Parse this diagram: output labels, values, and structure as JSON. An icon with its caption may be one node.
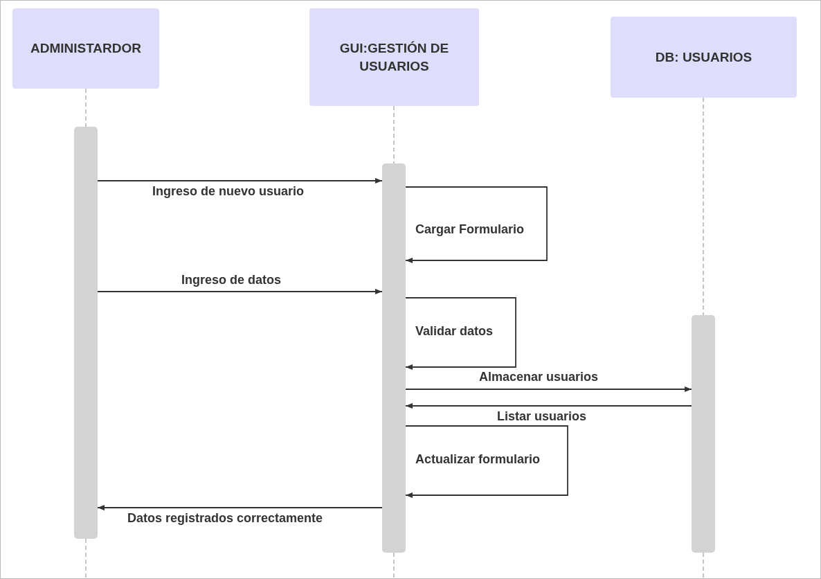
{
  "diagram": {
    "nodes": [
      {
        "text": [
          "ADMINISTARDOR"
        ]
      },
      {
        "text": [
          "GUI:GESTIÓN DE USUARIOS"
        ]
      },
      {
        "text": [
          "DB: USUARIOS"
        ]
      },
      {
        "text": [],
        "shape": "bar"
      },
      {
        "text": [],
        "shape": "bar"
      },
      {
        "text": [],
        "shape": "bar"
      }
    ],
    "edges": [
      {
        "from": 0,
        "to": 3,
        "arrow": "none",
        "style": "dashed",
        "color": "#9e9e9e"
      },
      {
        "from": 3,
        "to": null,
        "arrow": "none",
        "style": "dashed",
        "color": "#9e9e9e"
      },
      {
        "from": 1,
        "to": 4,
        "arrow": "none",
        "style": "dashed",
        "color": "#9e9e9e"
      },
      {
        "from": 4,
        "to": null,
        "arrow": "none",
        "style": "dashed",
        "color": "#9e9e9e"
      },
      {
        "from": 2,
        "to": 5,
        "arrow": "none",
        "style": "dashed",
        "color": "#9e9e9e"
      },
      {
        "from": 5,
        "to": null,
        "arrow": "none",
        "style": "dashed",
        "color": "#9e9e9e"
      },
      {
        "from": 3,
        "to": 4,
        "arrow": "to",
        "label": "Ingreso de nuevo usuario"
      },
      {
        "from": 4,
        "to": 4,
        "arrow": "to",
        "label": "Cargar Formulario"
      },
      {
        "from": 3,
        "to": 4,
        "arrow": "to",
        "label": "Ingreso de datos"
      },
      {
        "from": 4,
        "to": 4,
        "arrow": "to",
        "label": "Validar datos"
      },
      {
        "from": 4,
        "to": 5,
        "arrow": "to",
        "label": "Almacenar usuarios"
      },
      {
        "from": 5,
        "to": 4,
        "arrow": "to",
        "label": "Listar usuarios"
      },
      {
        "from": 4,
        "to": 4,
        "arrow": "to",
        "label": "Actualizar formulario"
      },
      {
        "from": 4,
        "to": 3,
        "arrow": "to",
        "label": "Datos registrados correctamente"
      }
    ]
  }
}
